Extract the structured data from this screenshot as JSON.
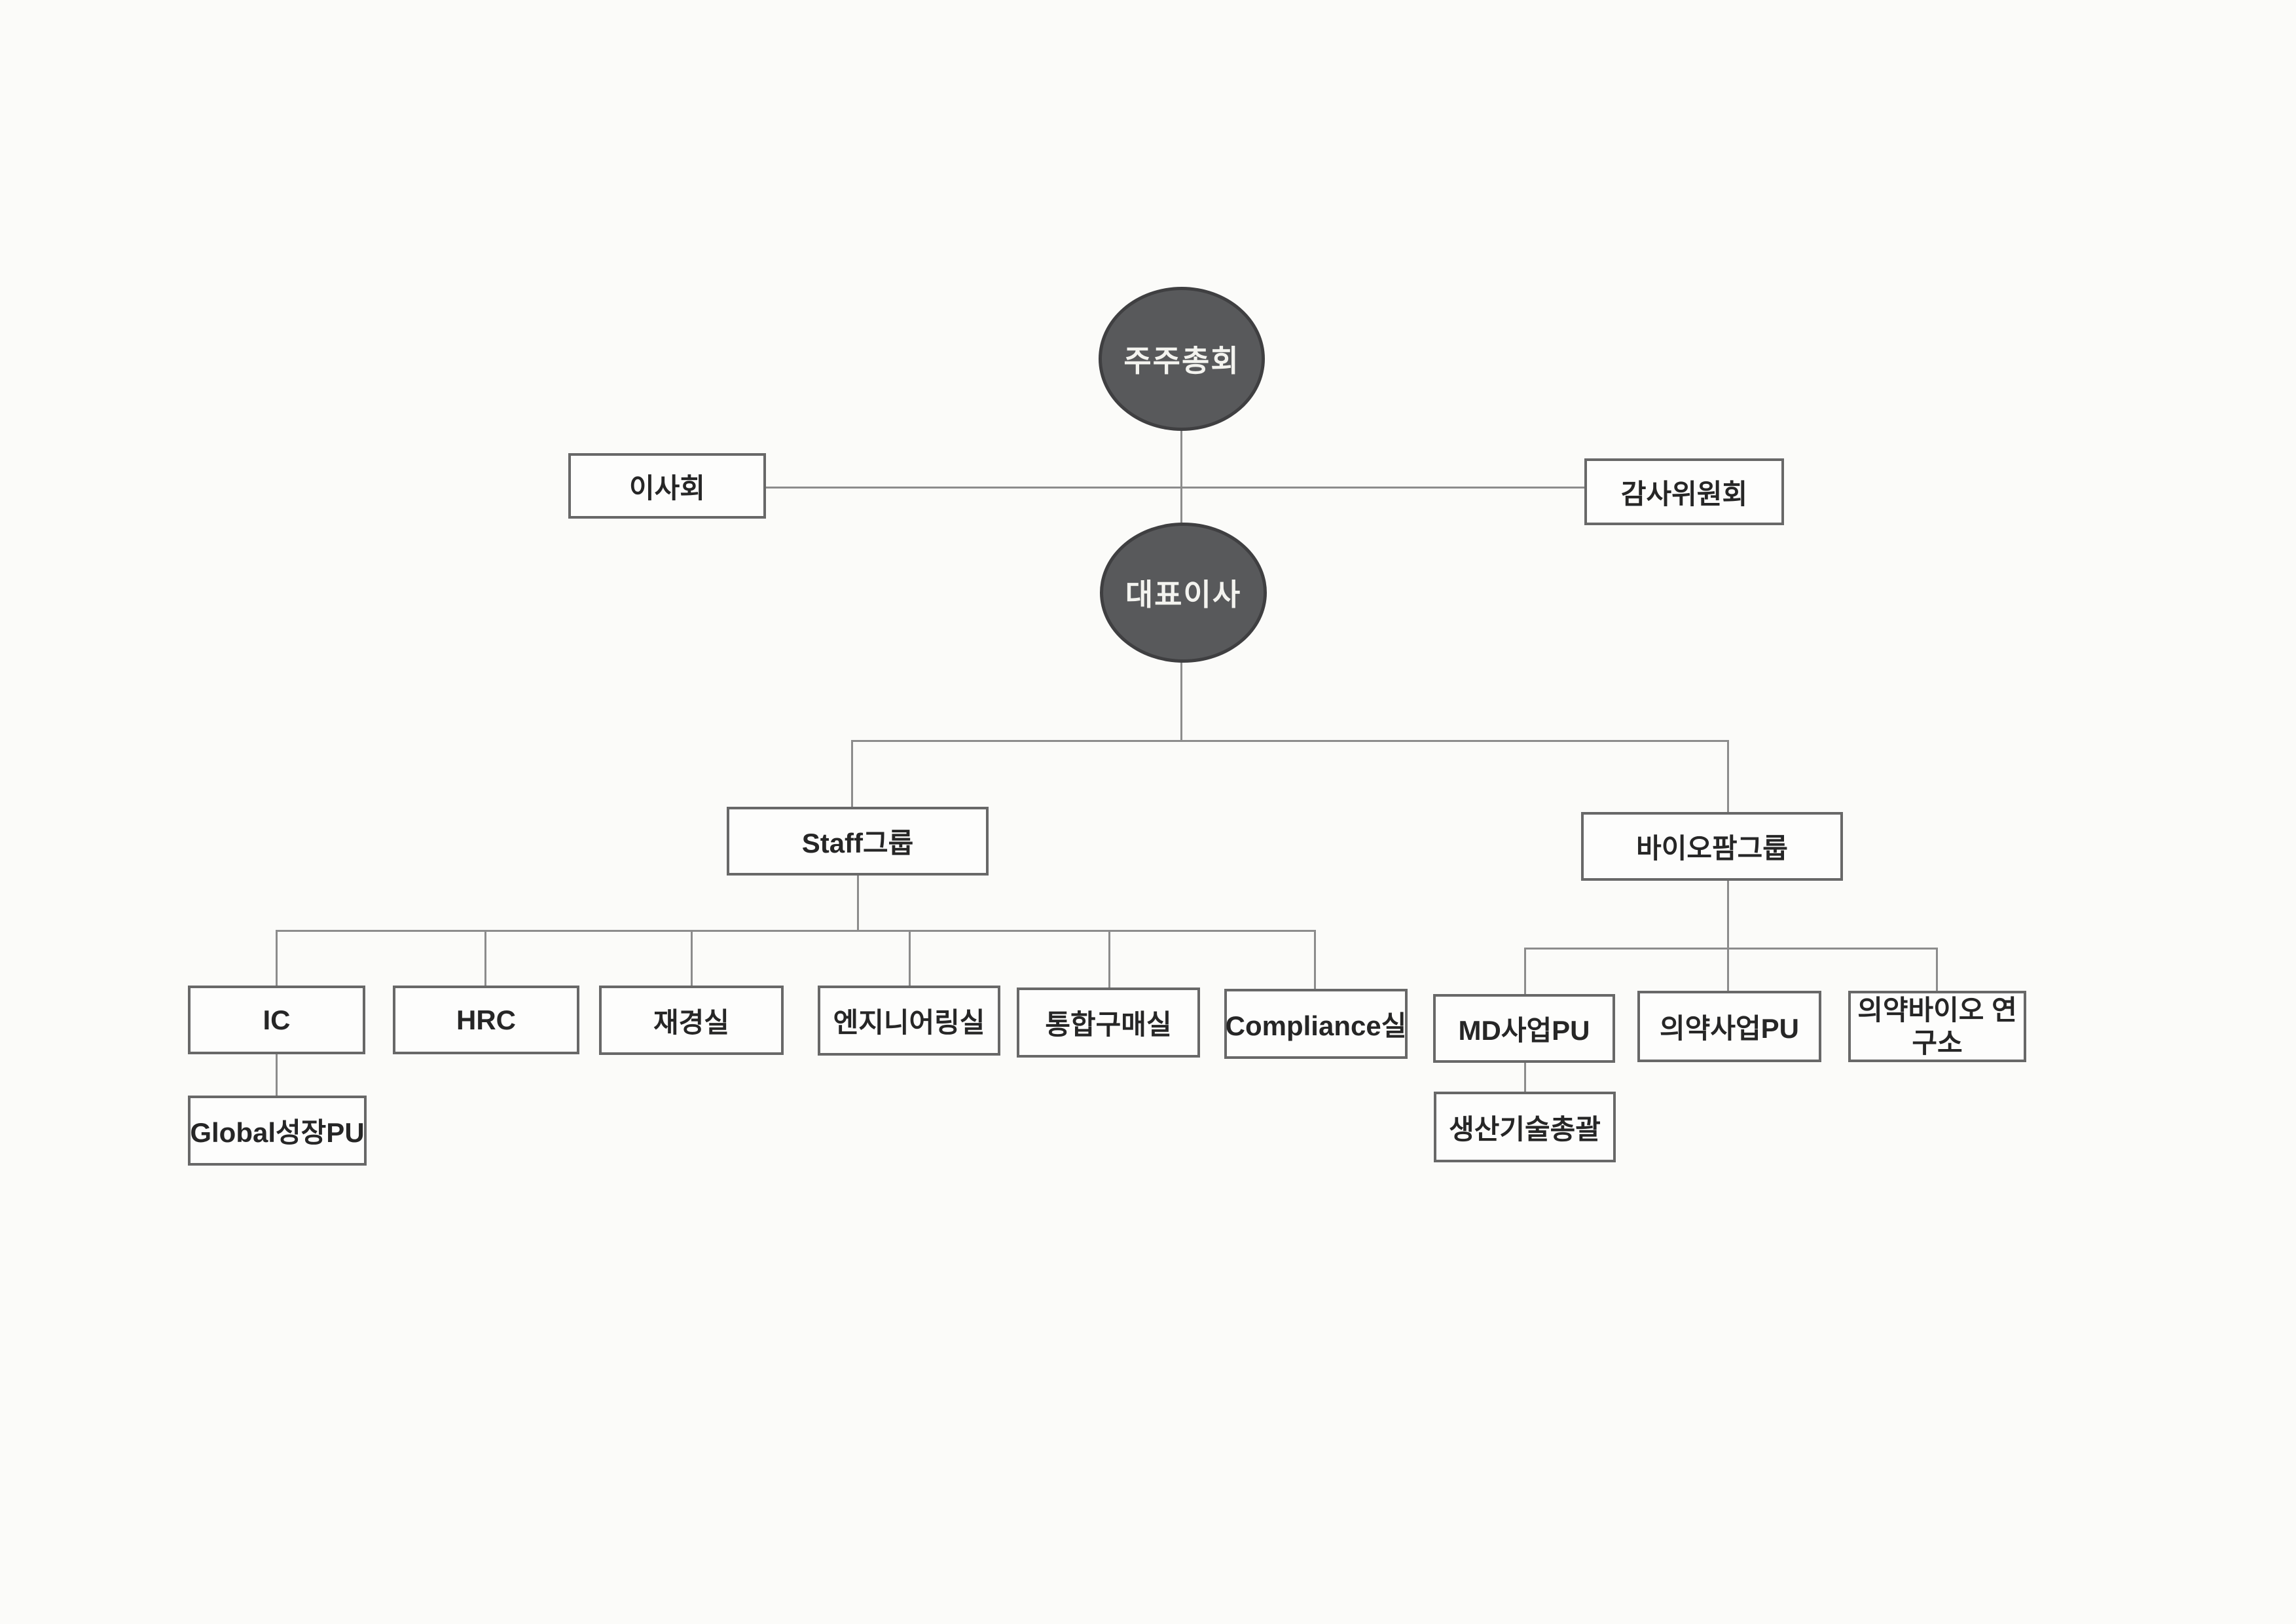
{
  "page": {
    "type": "organization-chart",
    "language": "ko"
  },
  "colors": {
    "page_bg": "#fbfbf9",
    "ellipse_fill": "#58595b",
    "ellipse_border": "#3f3f41",
    "ellipse_text": "#f3f3ef",
    "box_fill": "#fdfdfc",
    "box_border": "#686868",
    "box_text": "#262626",
    "connector": "#8c8c8c"
  },
  "org": {
    "shareholders_meeting": "주주총회",
    "board_of_directors": "이사회",
    "audit_committee": "감사위원회",
    "ceo": "대표이사",
    "staff_group": {
      "label": "Staff그룹",
      "departments": [
        {
          "label": "IC",
          "children": [
            {
              "label": "Global성장PU"
            }
          ]
        },
        {
          "label": "HRC"
        },
        {
          "label": "재경실"
        },
        {
          "label": "엔지니어링실"
        },
        {
          "label": "통합구매실"
        },
        {
          "label": "Compliance실"
        }
      ]
    },
    "biopharm_group": {
      "label": "바이오팜그룹",
      "departments": [
        {
          "label": "MD사업PU",
          "children": [
            {
              "label": "생산기술총괄"
            }
          ]
        },
        {
          "label": "의약사업PU"
        },
        {
          "label": "의약바이오 연구소"
        }
      ]
    }
  }
}
